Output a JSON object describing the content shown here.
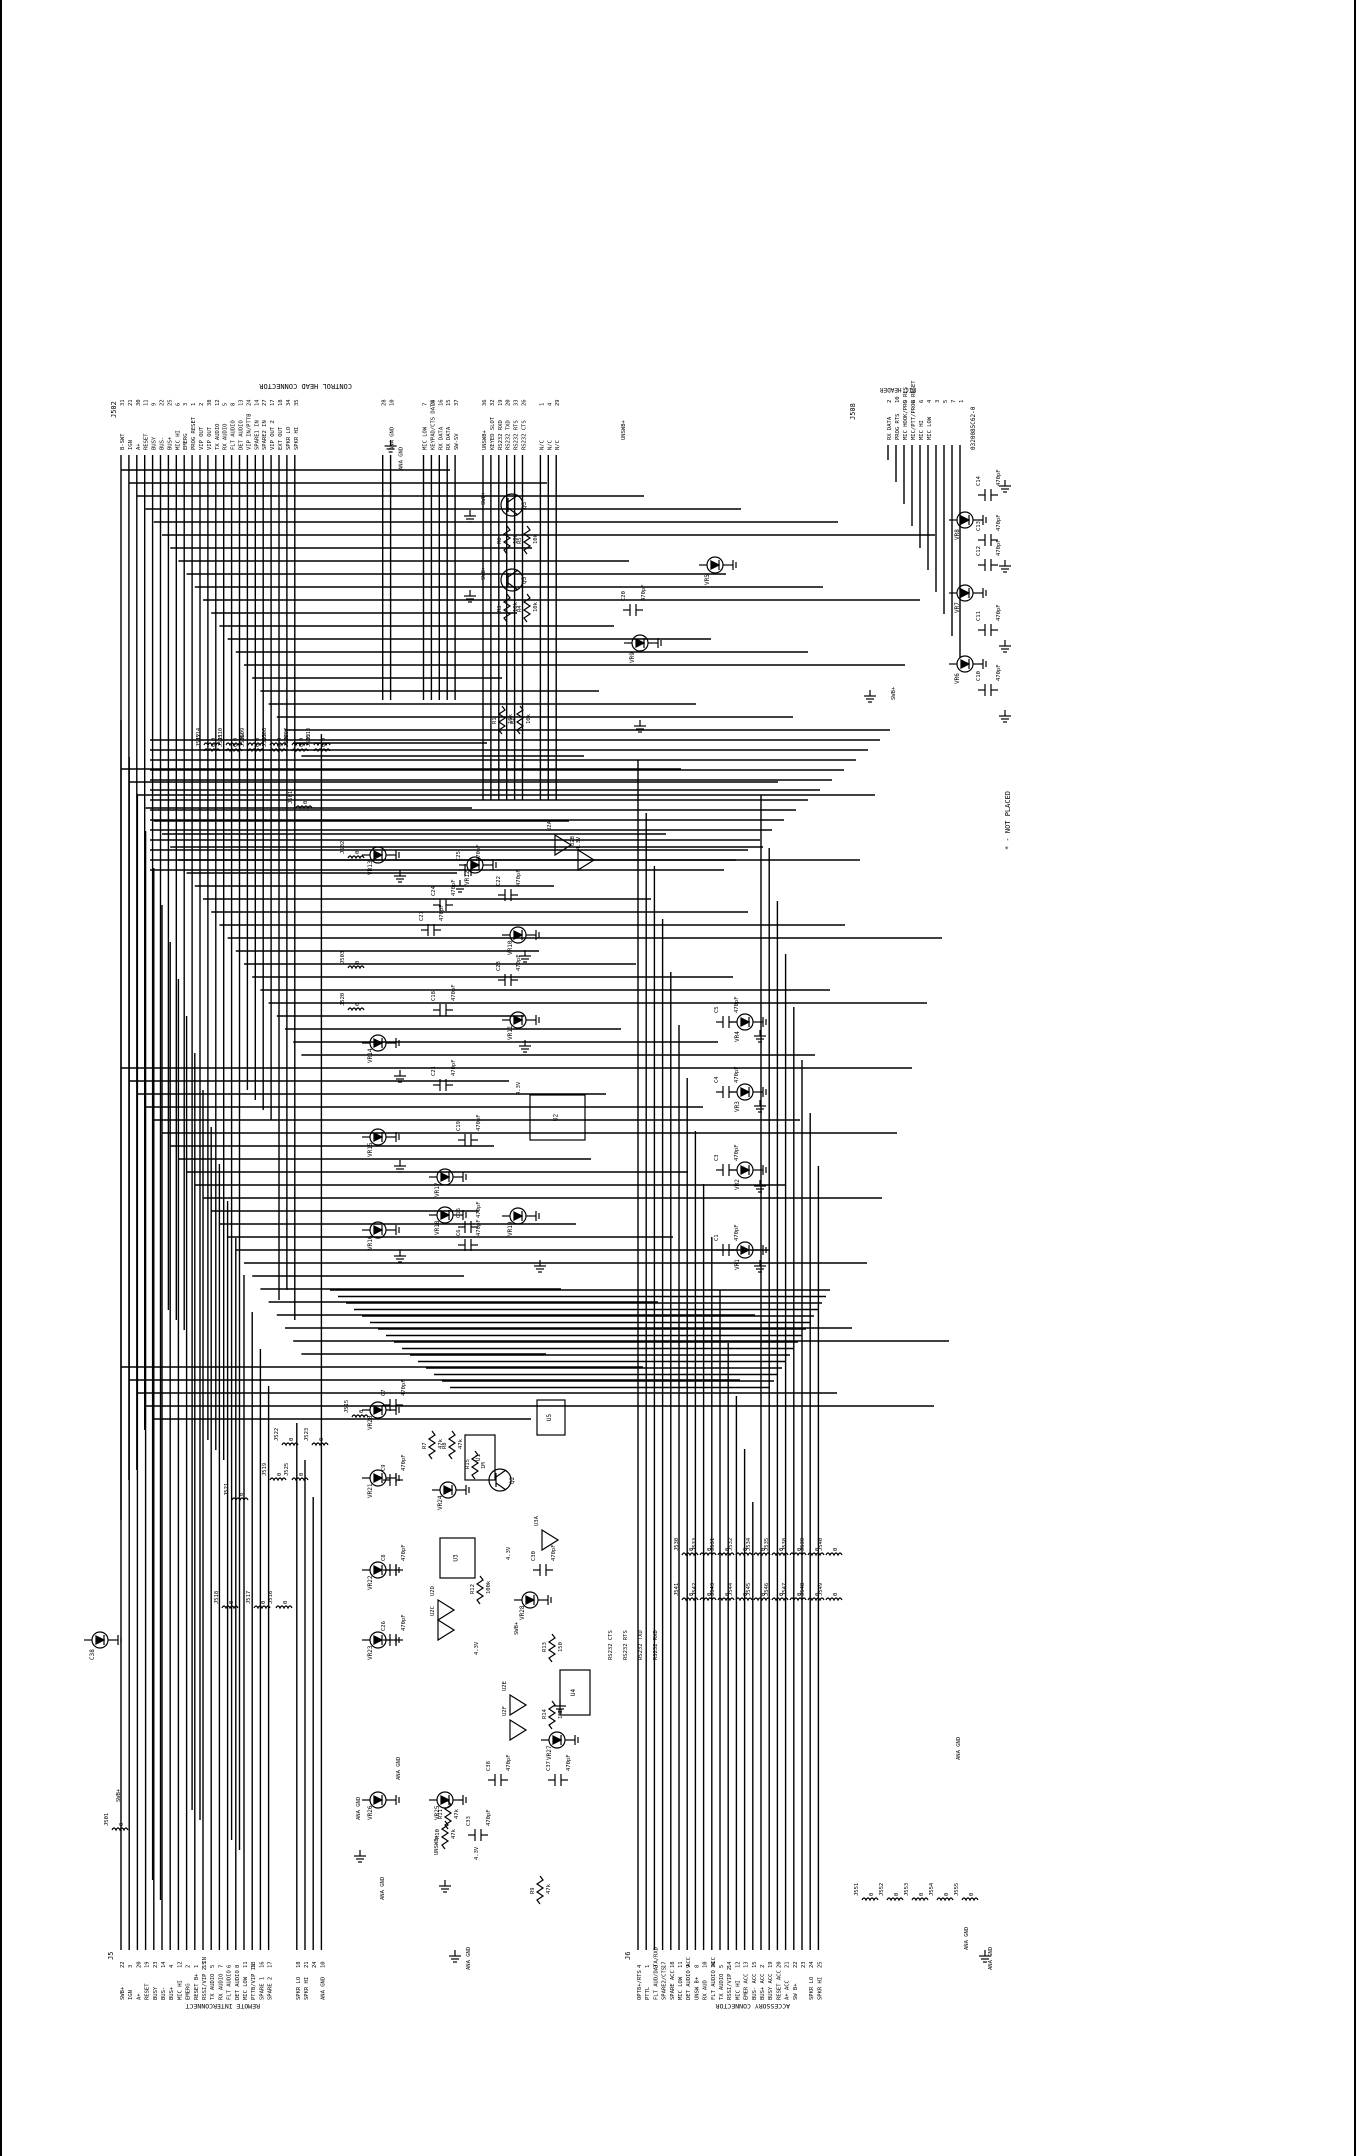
{
  "connectors": {
    "control_head": {
      "ref": "J502",
      "title": "CONTROL HEAD CONNECTOR",
      "pins": [
        {
          "num": "31",
          "label": "B-SWT"
        },
        {
          "num": "21",
          "label": "IGN"
        },
        {
          "num": "30",
          "label": "A+"
        },
        {
          "num": "11",
          "label": "RESET"
        },
        {
          "num": "9",
          "label": "BUSY"
        },
        {
          "num": "22",
          "label": "BUS-"
        },
        {
          "num": "25",
          "label": "BUS+"
        },
        {
          "num": "6",
          "label": "MIC HI"
        },
        {
          "num": "3",
          "label": "EMERG"
        },
        {
          "num": "1",
          "label": "PROG RESET"
        },
        {
          "num": "2",
          "label": "VIP OUT"
        },
        {
          "num": "38",
          "label": "VIP OUT"
        },
        {
          "num": "12",
          "label": "TX AUDIO"
        },
        {
          "num": "5",
          "label": "RX AUDIO"
        },
        {
          "num": "8",
          "label": "FLT AUDIO"
        },
        {
          "num": "13",
          "label": "DET AUDIO"
        },
        {
          "num": "24",
          "label": "VIP IN/PTTB"
        },
        {
          "num": "14",
          "label": "SPARE1 IN"
        },
        {
          "num": "27",
          "label": "SPARE2 IN"
        },
        {
          "num": "17",
          "label": "VIP OUT 2"
        },
        {
          "num": "18",
          "label": "EXT OUT"
        },
        {
          "num": "34",
          "label": "SPKR LO"
        },
        {
          "num": "35",
          "label": "SPKR HI"
        },
        {
          "num": "28",
          "label": ""
        },
        {
          "num": "10",
          "label": "ANA GND"
        },
        {
          "num": "7",
          "label": "MIC LOW"
        },
        {
          "num": "23",
          "label": "KEYPAD/CTS DATA"
        },
        {
          "num": "16",
          "label": "RX DATA"
        },
        {
          "num": "15",
          "label": "RX DATA"
        },
        {
          "num": "37",
          "label": "SW-SV"
        },
        {
          "num": "36",
          "label": "UNSWB+"
        },
        {
          "num": "32",
          "label": "KEYED SLOT"
        },
        {
          "num": "19",
          "label": "RS232 RXD"
        },
        {
          "num": "20",
          "label": "RS232 TXD"
        },
        {
          "num": "33",
          "label": "RS232 RTS"
        },
        {
          "num": "26",
          "label": "RS232 CTS"
        },
        {
          "num": "1",
          "label": "N/C"
        },
        {
          "num": "4",
          "label": "N/C"
        },
        {
          "num": "29",
          "label": "N/C"
        }
      ]
    },
    "mic_header": {
      "ref": "J508",
      "title": "MIC HEADER",
      "part": "0320085C62-0",
      "pins": [
        {
          "num": "2",
          "label": "RX DATA"
        },
        {
          "num": "10",
          "label": "PROG RTS"
        },
        {
          "num": "9",
          "label": "MIC HOOK/PRG RES"
        },
        {
          "num": "8",
          "label": "MIC/PTT/PROG RESET"
        },
        {
          "num": "6",
          "label": "MIC HI"
        },
        {
          "num": "4",
          "label": "MIC LOW"
        },
        {
          "num": "3",
          "label": ""
        },
        {
          "num": "5",
          "label": ""
        },
        {
          "num": "7",
          "label": ""
        },
        {
          "num": "1",
          "label": ""
        }
      ]
    },
    "remote_interconnect": {
      "ref": "J5",
      "title": "REMOTE INTERCONNECT",
      "pins": [
        {
          "num": "22",
          "label": "SWB+"
        },
        {
          "num": "3",
          "label": "IGN"
        },
        {
          "num": "20",
          "label": "A+"
        },
        {
          "num": "19",
          "label": "RESET"
        },
        {
          "num": "23",
          "label": "BUSY"
        },
        {
          "num": "14",
          "label": "BUS-"
        },
        {
          "num": "4",
          "label": "BUS+"
        },
        {
          "num": "12",
          "label": "MIC HI"
        },
        {
          "num": "2",
          "label": "EMERG"
        },
        {
          "num": "1",
          "label": "RESET B+"
        },
        {
          "num": "15",
          "label": "RSSI/VIP 2 IN"
        },
        {
          "num": "5",
          "label": "TX AUDIO"
        },
        {
          "num": "7",
          "label": "RX AUDIO"
        },
        {
          "num": "6",
          "label": "FLT AUDIO"
        },
        {
          "num": "8",
          "label": "DET AUDIO"
        },
        {
          "num": "11",
          "label": "MIC LOW"
        },
        {
          "num": "13",
          "label": "PTTB/VIP IN"
        },
        {
          "num": "16",
          "label": "SPARE 1"
        },
        {
          "num": "17",
          "label": "SPARE 2"
        },
        {
          "num": "18",
          "label": "SPKR LO"
        },
        {
          "num": "21",
          "label": "SPKR HI"
        },
        {
          "num": "24",
          "label": ""
        },
        {
          "num": "10",
          "label": "ANA GND"
        }
      ]
    },
    "accessory": {
      "ref": "J6",
      "title": "ACCESSORY CONNECTOR",
      "pins": [
        {
          "num": "4",
          "label": "OPT8+/RTS"
        },
        {
          "num": "1",
          "label": "PTTL"
        },
        {
          "num": "3",
          "label": "FLT AUD/DATA/RXD"
        },
        {
          "num": "17",
          "label": "SPARE2/CTS"
        },
        {
          "num": "18",
          "label": "SPARE ACC"
        },
        {
          "num": "11",
          "label": "MIC LOW"
        },
        {
          "num": "9",
          "label": "DET AUDIO ACC"
        },
        {
          "num": "8",
          "label": "UNSW B+"
        },
        {
          "num": "10",
          "label": "RX AUD"
        },
        {
          "num": "16",
          "label": "FLT AUDIO ACC"
        },
        {
          "num": "5",
          "label": "TX AUDIO"
        },
        {
          "num": "14",
          "label": "RSSI/VIP 2"
        },
        {
          "num": "12",
          "label": "MIC HI"
        },
        {
          "num": "13",
          "label": "EMER ACC"
        },
        {
          "num": "15",
          "label": "BUS- ACC"
        },
        {
          "num": "2",
          "label": "BUS+ ACC"
        },
        {
          "num": "19",
          "label": "BUSY ACC"
        },
        {
          "num": "20",
          "label": "RESET ACC"
        },
        {
          "num": "21",
          "label": "A+ ACC"
        },
        {
          "num": "22",
          "label": "SW B+"
        },
        {
          "num": "23",
          "label": ""
        },
        {
          "num": "24",
          "label": "SPKR LO"
        },
        {
          "num": "25",
          "label": "SPKR HI"
        }
      ]
    }
  },
  "tvs": [
    "VR1",
    "VR2",
    "VR3",
    "VR4",
    "VR5",
    "VR6",
    "VR7",
    "VR8",
    "VR9",
    "VR10",
    "VR11",
    "VR12",
    "VR13",
    "VR14",
    "VR15",
    "VR16",
    "VR17",
    "VR18",
    "VR19",
    "VR20",
    "VR21",
    "VR22",
    "VR23",
    "VR24",
    "VR25",
    "VR26",
    "VR27",
    "VR28"
  ],
  "capacitor_value": "470pF",
  "jumper_value": "0",
  "note": "* - NOT PLACED",
  "gnd_label": "ANA GND",
  "vcc_label": "4.3V",
  "swb_label": "SWB+",
  "unswb_label": "UNSWB+",
  "transistors": [
    "Q3",
    "Q5",
    "Q2"
  ],
  "ics": [
    "U1",
    "U2",
    "U3",
    "U4",
    "U5"
  ],
  "resistors": [
    {
      "ref": "R6",
      "value": "10k"
    },
    {
      "ref": "R5",
      "value": "10k"
    },
    {
      "ref": "R3",
      "value": "10k"
    },
    {
      "ref": "R4",
      "value": "10k"
    },
    {
      "ref": "R1",
      "value": "10k"
    },
    {
      "ref": "R2",
      "value": "10k"
    },
    {
      "ref": "R7",
      "value": "47k"
    },
    {
      "ref": "R8",
      "value": "47k"
    },
    {
      "ref": "R9",
      "value": "47k"
    },
    {
      "ref": "R10",
      "value": "47k"
    },
    {
      "ref": "R11",
      "value": "47k"
    },
    {
      "ref": "R12",
      "value": "100k"
    },
    {
      "ref": "R13",
      "value": "150"
    },
    {
      "ref": "R14",
      "value": "150"
    },
    {
      "ref": "R15",
      "value": "1M"
    }
  ],
  "jumpers_top": [
    "J514",
    "J510",
    "J509",
    "J508",
    "J507",
    "J513",
    "J512",
    "J511",
    "J506",
    "J505",
    "J504",
    "J503"
  ],
  "jumpers_bottom": [
    "J501",
    "J502",
    "J503",
    "J520",
    "J521",
    "J519",
    "J525",
    "J522",
    "J523",
    "J518",
    "J517",
    "J516",
    "J515"
  ],
  "jumpers_acc": [
    "J530",
    "J533",
    "J531",
    "J532",
    "J534",
    "J535",
    "J538",
    "J539",
    "J540",
    "J541",
    "J542",
    "J543",
    "J544",
    "J545",
    "J546",
    "J547",
    "J548",
    "J549"
  ],
  "rs232_labels": [
    "RS232 CTS",
    "RS232 RTS",
    "RS232 TXD",
    "RS232 RXD"
  ],
  "bottom_right_jumpers": [
    "J551",
    "J552",
    "J553",
    "J554",
    "J555"
  ]
}
